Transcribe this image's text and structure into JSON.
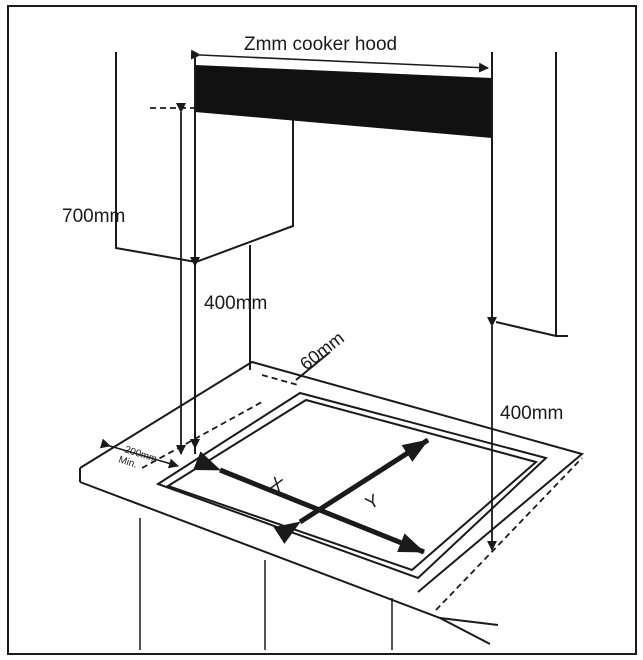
{
  "diagram": {
    "labels": {
      "hood": "Zmm cooker hood",
      "cabinet_height": "700mm",
      "hob_to_cabinet": "400mm",
      "hob_to_wall_unit": "400mm",
      "back_clearance": "60mm",
      "side_clearance": "200mm",
      "side_clearance_min": "Min.",
      "hob_width": "X",
      "hob_depth": "Y"
    },
    "colors": {
      "line": "#1a1a1a",
      "hood_fill": "#111111",
      "background": "#ffffff"
    }
  }
}
